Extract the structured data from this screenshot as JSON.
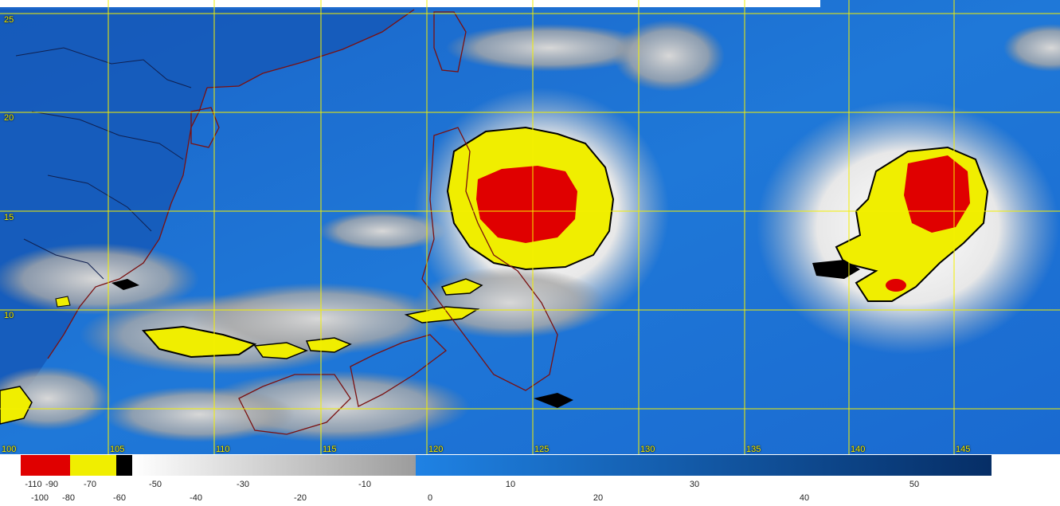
{
  "map": {
    "lat_labels": [
      "25",
      "20",
      "15",
      "10"
    ],
    "lon_labels": [
      "100",
      "105",
      "110",
      "115",
      "120",
      "125",
      "130",
      "135",
      "140",
      "145"
    ]
  },
  "legend": {
    "row1": [
      "-110",
      "-90",
      "-70",
      "-50",
      "-30",
      "-10",
      "10",
      "30",
      "50"
    ],
    "row2": [
      "-100",
      "-80",
      "-60",
      "-40",
      "-20",
      "0",
      "20",
      "40"
    ],
    "colors": {
      "deep_red": "#e00000",
      "yellow": "#f0ee00",
      "black": "#000000",
      "white": "#ffffff",
      "gray": "#a0a0a0",
      "ocean_blue": "#1e78d8",
      "navy": "#062e66"
    }
  }
}
